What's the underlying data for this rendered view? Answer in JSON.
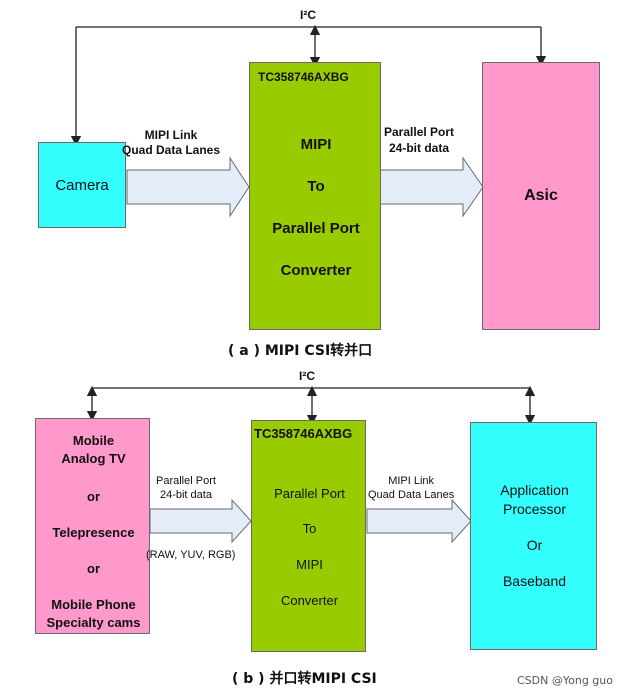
{
  "colors": {
    "cyan": "#33ffff",
    "green": "#99cc00",
    "pink": "#ff99cc",
    "arrow_fill": "#e3ecf8",
    "wire": "#222222"
  },
  "diagram_a": {
    "bus_label": "I²C",
    "camera": "Camera",
    "chip": {
      "title": "TC358746AXBG",
      "lines": [
        "MIPI",
        "To",
        "Parallel Port",
        "Converter"
      ]
    },
    "asic": "Asic",
    "left_arrow_label": [
      "MIPI Link",
      "Quad Data Lanes"
    ],
    "right_arrow_label": [
      "Parallel Port",
      "24-bit data"
    ],
    "caption": "( a ) MIPI CSI转并口"
  },
  "diagram_b": {
    "bus_label": "I²C",
    "source": {
      "lines": [
        "Mobile",
        "Analog TV",
        "or",
        "Telepresence",
        "or",
        "Mobile Phone",
        "Specialty cams"
      ]
    },
    "chip": {
      "title": "TC358746AXBG",
      "lines": [
        "Parallel Port",
        "To",
        "MIPI",
        "Converter"
      ]
    },
    "dest": {
      "lines": [
        "Application",
        "Processor",
        "Or",
        "Baseband"
      ]
    },
    "left_arrow_label": [
      "Parallel Port",
      "24-bit data"
    ],
    "left_arrow_sublabel": "(RAW, YUV, RGB)",
    "right_arrow_label": [
      "MIPI Link",
      "Quad Data Lanes"
    ],
    "caption": "( b ) 并口转MIPI CSI"
  },
  "watermark": "CSDN @Yong guo"
}
